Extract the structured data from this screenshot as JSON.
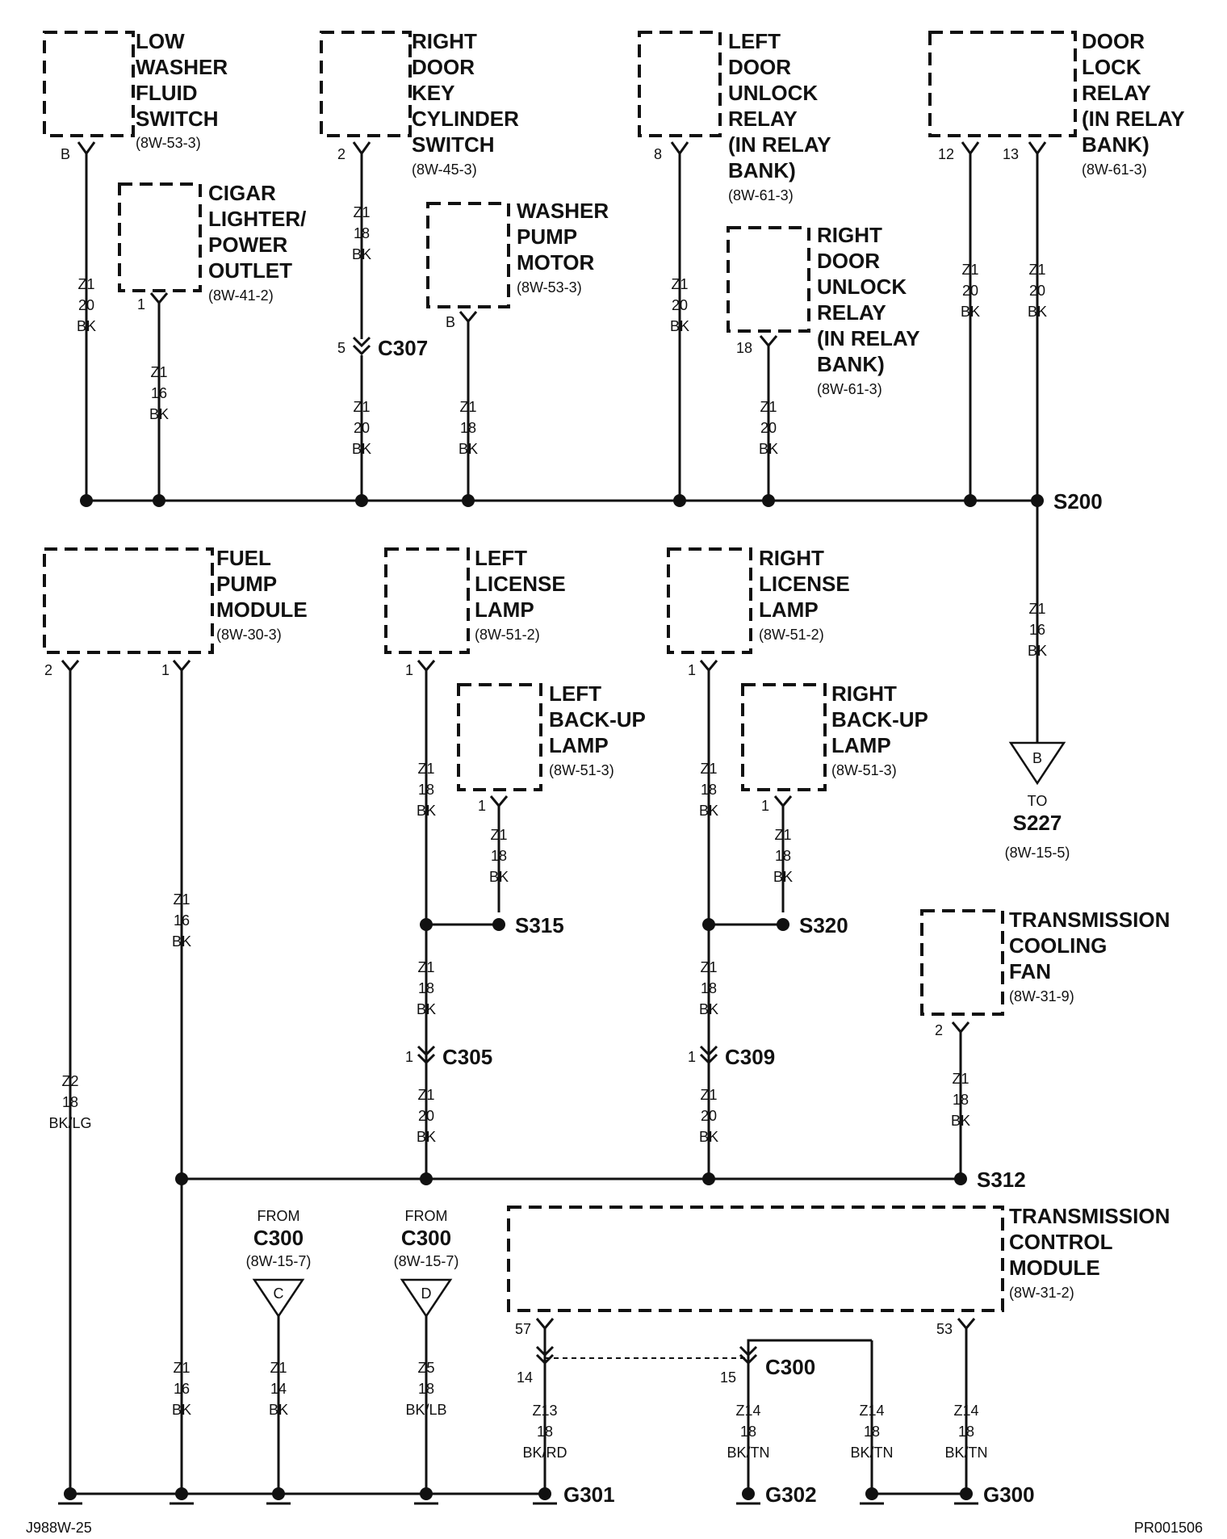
{
  "diagram": {
    "bottom_left_label": "J988W-25",
    "bottom_right_label": "PR001506",
    "components": {
      "low_washer": {
        "lines": [
          "LOW",
          "WASHER",
          "FLUID",
          "SWITCH"
        ],
        "ref": "(8W-53-3)",
        "pin": "B"
      },
      "cigar_lighter": {
        "lines": [
          "CIGAR",
          "LIGHTER/",
          "POWER",
          "OUTLET"
        ],
        "ref": "(8W-41-2)",
        "pin": "1"
      },
      "right_door_key": {
        "lines": [
          "RIGHT",
          "DOOR",
          "KEY",
          "CYLINDER",
          "SWITCH"
        ],
        "ref": "(8W-45-3)",
        "pin": "2"
      },
      "washer_pump": {
        "lines": [
          "WASHER",
          "PUMP",
          "MOTOR"
        ],
        "ref": "(8W-53-3)",
        "pin": "B"
      },
      "left_door_unlock": {
        "lines": [
          "LEFT",
          "DOOR",
          "UNLOCK",
          "RELAY",
          "(IN RELAY",
          "BANK)"
        ],
        "ref": "(8W-61-3)",
        "pin": "8"
      },
      "right_door_unlock": {
        "lines": [
          "RIGHT",
          "DOOR",
          "UNLOCK",
          "RELAY",
          "(IN RELAY",
          "BANK)"
        ],
        "ref": "(8W-61-3)",
        "pin": "18"
      },
      "door_lock_relay": {
        "lines": [
          "DOOR",
          "LOCK",
          "RELAY",
          "(IN RELAY",
          "BANK)"
        ],
        "ref": "(8W-61-3)",
        "pin_a": "12",
        "pin_b": "13"
      },
      "fuel_pump": {
        "lines": [
          "FUEL",
          "PUMP",
          "MODULE"
        ],
        "ref": "(8W-30-3)",
        "pin_a": "2",
        "pin_b": "1"
      },
      "left_license": {
        "lines": [
          "LEFT",
          "LICENSE",
          "LAMP"
        ],
        "ref": "(8W-51-2)",
        "pin": "1"
      },
      "right_license": {
        "lines": [
          "RIGHT",
          "LICENSE",
          "LAMP"
        ],
        "ref": "(8W-51-2)",
        "pin": "1"
      },
      "left_backup": {
        "lines": [
          "LEFT",
          "BACK-UP",
          "LAMP"
        ],
        "ref": "(8W-51-3)",
        "pin": "1"
      },
      "right_backup": {
        "lines": [
          "RIGHT",
          "BACK-UP",
          "LAMP"
        ],
        "ref": "(8W-51-3)",
        "pin": "1"
      },
      "trans_fan": {
        "lines": [
          "TRANSMISSION",
          "COOLING",
          "FAN"
        ],
        "ref": "(8W-31-9)",
        "pin": "2"
      },
      "tcm": {
        "lines": [
          "TRANSMISSION",
          "CONTROL",
          "MODULE"
        ],
        "ref": "(8W-31-2)",
        "pin_a": "57",
        "pin_b": "53"
      }
    },
    "wires": {
      "w1": [
        "Z1",
        "20",
        "BK"
      ],
      "w2": [
        "Z1",
        "16",
        "BK"
      ],
      "w3": [
        "Z1",
        "18",
        "BK"
      ],
      "w4": [
        "Z1",
        "20",
        "BK"
      ],
      "w5": [
        "Z1",
        "18",
        "BK"
      ],
      "w6": [
        "Z1",
        "20",
        "BK"
      ],
      "w7": [
        "Z1",
        "20",
        "BK"
      ],
      "w8": [
        "Z1",
        "20",
        "BK"
      ],
      "w9": [
        "Z1",
        "20",
        "BK"
      ],
      "w10": [
        "Z1",
        "16",
        "BK"
      ],
      "w11": [
        "Z2",
        "18",
        "BK/LG"
      ],
      "w12": [
        "Z1",
        "16",
        "BK"
      ],
      "w13": [
        "Z1",
        "18",
        "BK"
      ],
      "w14": [
        "Z1",
        "18",
        "BK"
      ],
      "w15": [
        "Z1",
        "18",
        "BK"
      ],
      "w16": [
        "Z1",
        "20",
        "BK"
      ],
      "w17": [
        "Z1",
        "18",
        "BK"
      ],
      "w18": [
        "Z1",
        "18",
        "BK"
      ],
      "w19": [
        "Z1",
        "18",
        "BK"
      ],
      "w20": [
        "Z1",
        "20",
        "BK"
      ],
      "w21": [
        "Z1",
        "18",
        "BK"
      ],
      "w22": [
        "Z1",
        "16",
        "BK"
      ],
      "w23": [
        "Z1",
        "14",
        "BK"
      ],
      "w24": [
        "Z5",
        "18",
        "BK/LB"
      ],
      "w25": [
        "Z13",
        "18",
        "BK/RD"
      ],
      "w26": [
        "Z14",
        "18",
        "BK/TN"
      ],
      "w27": [
        "Z14",
        "18",
        "BK/TN"
      ],
      "w28": [
        "Z14",
        "18",
        "BK/TN"
      ]
    },
    "connectors": {
      "c307": {
        "name": "C307",
        "pin": "5"
      },
      "c305": {
        "name": "C305",
        "pin": "1"
      },
      "c309": {
        "name": "C309",
        "pin": "1"
      },
      "c300": {
        "name": "C300",
        "pin_a": "14",
        "pin_b": "15"
      }
    },
    "splices": {
      "s200": "S200",
      "s315": "S315",
      "s320": "S320",
      "s312": "S312"
    },
    "grounds": {
      "g301": "G301",
      "g302": "G302",
      "g300": "G300"
    },
    "offpage": {
      "b": {
        "letter": "B",
        "to": "TO",
        "target": "S227",
        "ref": "(8W-15-5)"
      },
      "c": {
        "letter": "C",
        "from": "FROM",
        "source": "C300",
        "ref": "(8W-15-7)"
      },
      "d": {
        "letter": "D",
        "from": "FROM",
        "source": "C300",
        "ref": "(8W-15-7)"
      }
    }
  }
}
